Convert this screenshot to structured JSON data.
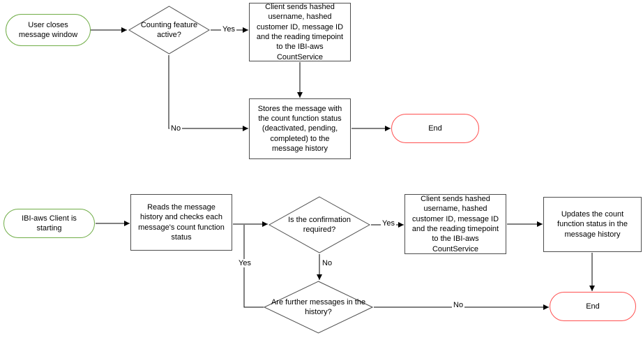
{
  "colors": {
    "terminator_border": "#70ad47",
    "end_border": "#ff5050",
    "process_border": "#4d4d4d",
    "line": "#000000",
    "text_color": "#000000",
    "background": "#ffffff"
  },
  "nodes": {
    "start1": {
      "type": "terminator-start",
      "text": "User closes message window"
    },
    "d1": {
      "type": "decision",
      "text": "Counting feature active?"
    },
    "rect1": {
      "type": "process",
      "text": "Client sends hashed username, hashed customer ID, message ID and the reading timepoint to the IBI-aws CountService"
    },
    "rect2": {
      "type": "process",
      "text": "Stores the message with the count function status (deactivated, pending, completed) to the message history"
    },
    "end1": {
      "type": "terminator-end",
      "text": "End"
    },
    "start2": {
      "type": "terminator-start",
      "text": "IBI-aws Client is starting"
    },
    "rect3": {
      "type": "process",
      "text": "Reads the message history and checks each message's count function status"
    },
    "d2": {
      "type": "decision",
      "text": "Is the confirmation required?"
    },
    "rect4": {
      "type": "process",
      "text": "Client sends hashed username, hashed customer ID, message ID and the reading timepoint to the IBI-aws CountService"
    },
    "rect5": {
      "type": "process",
      "text": "Updates the count function status in the message history"
    },
    "end2": {
      "type": "terminator-end",
      "text": "End"
    },
    "d3": {
      "type": "decision",
      "text": "Are further messages in the history?"
    }
  },
  "edges": [
    {
      "from": "start1",
      "to": "d1",
      "label": ""
    },
    {
      "from": "d1",
      "to": "rect1",
      "label": "Yes"
    },
    {
      "from": "rect1",
      "to": "rect2",
      "label": ""
    },
    {
      "from": "d1",
      "to": "rect2",
      "label": "No"
    },
    {
      "from": "rect2",
      "to": "end1",
      "label": ""
    },
    {
      "from": "start2",
      "to": "rect3",
      "label": ""
    },
    {
      "from": "rect3",
      "to": "d2",
      "label": ""
    },
    {
      "from": "d2",
      "to": "rect4",
      "label": "Yes"
    },
    {
      "from": "rect4",
      "to": "rect5",
      "label": ""
    },
    {
      "from": "rect5",
      "to": "end2",
      "label": ""
    },
    {
      "from": "d2",
      "to": "d3",
      "label": "No"
    },
    {
      "from": "d3",
      "to": "end2",
      "label": "No"
    },
    {
      "from": "d3",
      "to": "rect3-loop-join",
      "label": "Yes"
    }
  ]
}
